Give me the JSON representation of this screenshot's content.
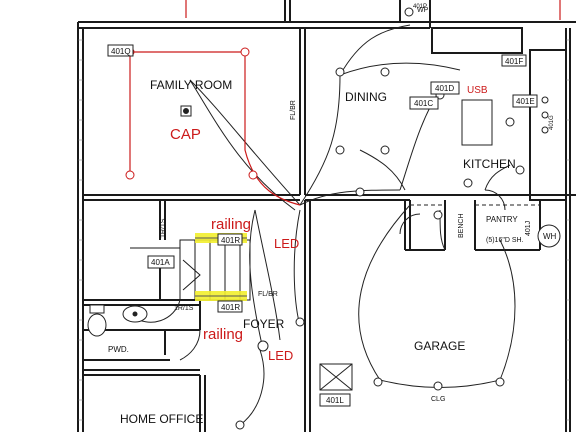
{
  "rooms": {
    "family_room": "FAMILY ROOM",
    "dining": "DINING",
    "kitchen": "KITCHEN",
    "garage": "GARAGE",
    "foyer": "FOYER",
    "home_office": "HOME OFFICE",
    "pwd": "PWD.",
    "pantry": "PANTRY",
    "bench": "BENCH",
    "shelving": "(5)16\"D SH.",
    "wh": "WH"
  },
  "tags": {
    "t401q": "401Q",
    "t401d": "401D",
    "t401c": "401C",
    "t401e": "401E",
    "t401f": "401F",
    "t401r_top": "401R",
    "t401r_bottom": "401R",
    "t401a": "401A",
    "t401l": "401L",
    "t401p": "401P",
    "t401g": "401G",
    "t401j": "401J"
  },
  "circuit_labels": {
    "flbr_vertical": "FL/BR",
    "flbr_horizontal": "FL/BR",
    "ir_is_upper": "1R/1S",
    "ir_is_lower": "1R/1S",
    "wp": "WP",
    "clg": "CLG"
  },
  "annotations": {
    "cap": "CAP",
    "usb": "USB",
    "railing_top": "railing",
    "railing_bottom": "railing",
    "led_top": "LED",
    "led_bottom": "LED"
  },
  "colors": {
    "wall": "#1a1a1a",
    "wire": "#222222",
    "annotation": "#cc1a1a",
    "highlight": "#f2ee2e"
  }
}
